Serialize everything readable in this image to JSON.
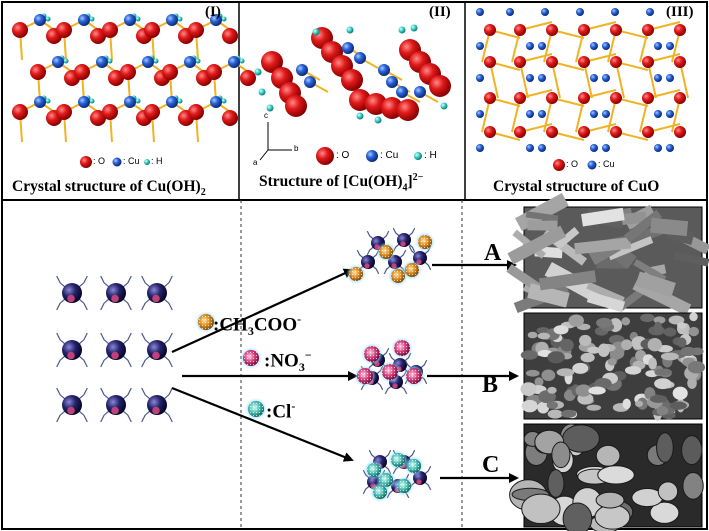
{
  "top_panels": [
    {
      "number": "(I)",
      "caption": "Crystal structure of Cu(OH)",
      "caption_sub": "2",
      "legend": {
        "o": ": O",
        "cu": ": Cu",
        "h": ": H"
      }
    },
    {
      "number": "(II)",
      "caption": "Structure of [Cu(OH)",
      "caption_sub": "4",
      "caption_tail": "]",
      "caption_sup": "2−",
      "legend": {
        "o": ": O",
        "cu": ": Cu",
        "h": ": H"
      },
      "axes": {
        "a": "a",
        "b": "b",
        "c": "c"
      }
    },
    {
      "number": "(III)",
      "caption": "Crystal structure of CuO",
      "legend": {
        "o": ": O",
        "cu": ": Cu"
      }
    }
  ],
  "anions": [
    {
      "prefix": ":CH",
      "sub": "3",
      "mid": "COO",
      "sup": "-",
      "color": "#d98a1f",
      "result": "A"
    },
    {
      "prefix": ":NO",
      "sub": "3",
      "mid": "",
      "sup": "−",
      "color": "#d0457a",
      "result": "B"
    },
    {
      "prefix": ":Cl",
      "sub": "",
      "mid": "",
      "sup": "-",
      "color": "#4fc2b8",
      "result": "C"
    }
  ],
  "colors": {
    "oxygen": "#d8141b",
    "copper": "#1f5fd6",
    "hydrogen": "#35d3c8",
    "bond": "#f0b323",
    "complex": "#2a2a6e"
  }
}
